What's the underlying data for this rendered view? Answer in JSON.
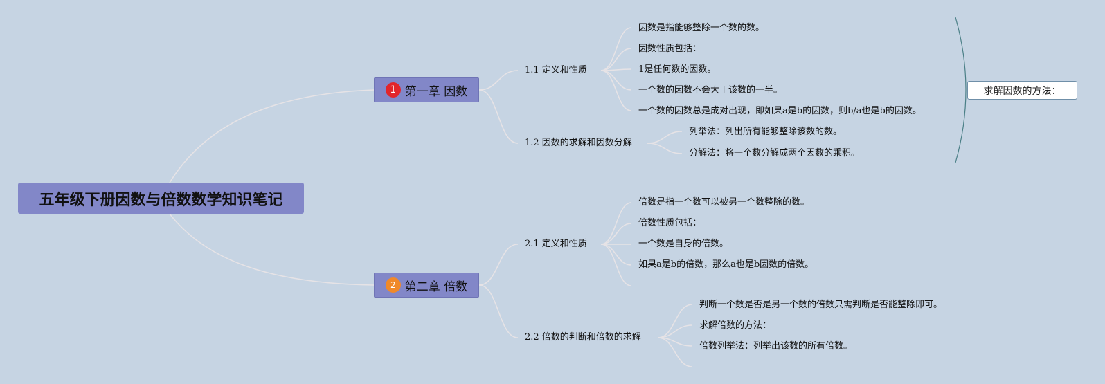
{
  "root": {
    "title": "五年级下册因数与倍数数学知识笔记"
  },
  "chapters": [
    {
      "badge": "1",
      "title": "第一章 因数",
      "sections": [
        {
          "title": "1.1 定义和性质",
          "items": [
            "因数是指能够整除一个数的数。",
            "因数性质包括：",
            "1是任何数的因数。",
            "一个数的因数不会大于该数的一半。",
            "一个数的因数总是成对出现，即如果a是b的因数，则b/a也是b的因数。"
          ]
        },
        {
          "title": "1.2 因数的求解和因数分解",
          "items": [
            "列举法：列出所有能够整除该数的数。",
            "分解法：将一个数分解成两个因数的乘积。"
          ]
        }
      ]
    },
    {
      "badge": "2",
      "title": "第二章 倍数",
      "sections": [
        {
          "title": "2.1 定义和性质",
          "items": [
            "倍数是指一个数可以被另一个数整除的数。",
            "倍数性质包括：",
            "一个数是自身的倍数。",
            "如果a是b的倍数，那么a也是b因数的倍数。"
          ]
        },
        {
          "title": "2.2 倍数的判断和倍数的求解",
          "items": [
            "判断一个数是否是另一个数的倍数只需判断是否能整除即可。",
            "求解倍数的方法：",
            "倍数列举法：列举出该数的所有倍数。"
          ]
        }
      ]
    }
  ],
  "summary": {
    "label": "求解因数的方法："
  },
  "colors": {
    "background": "#c6d4e3",
    "node": "#8287c8",
    "badge1": "#e2252b",
    "badge2": "#f0892a",
    "connector": "#e6e3e6",
    "bracket": "#4a7f86"
  }
}
